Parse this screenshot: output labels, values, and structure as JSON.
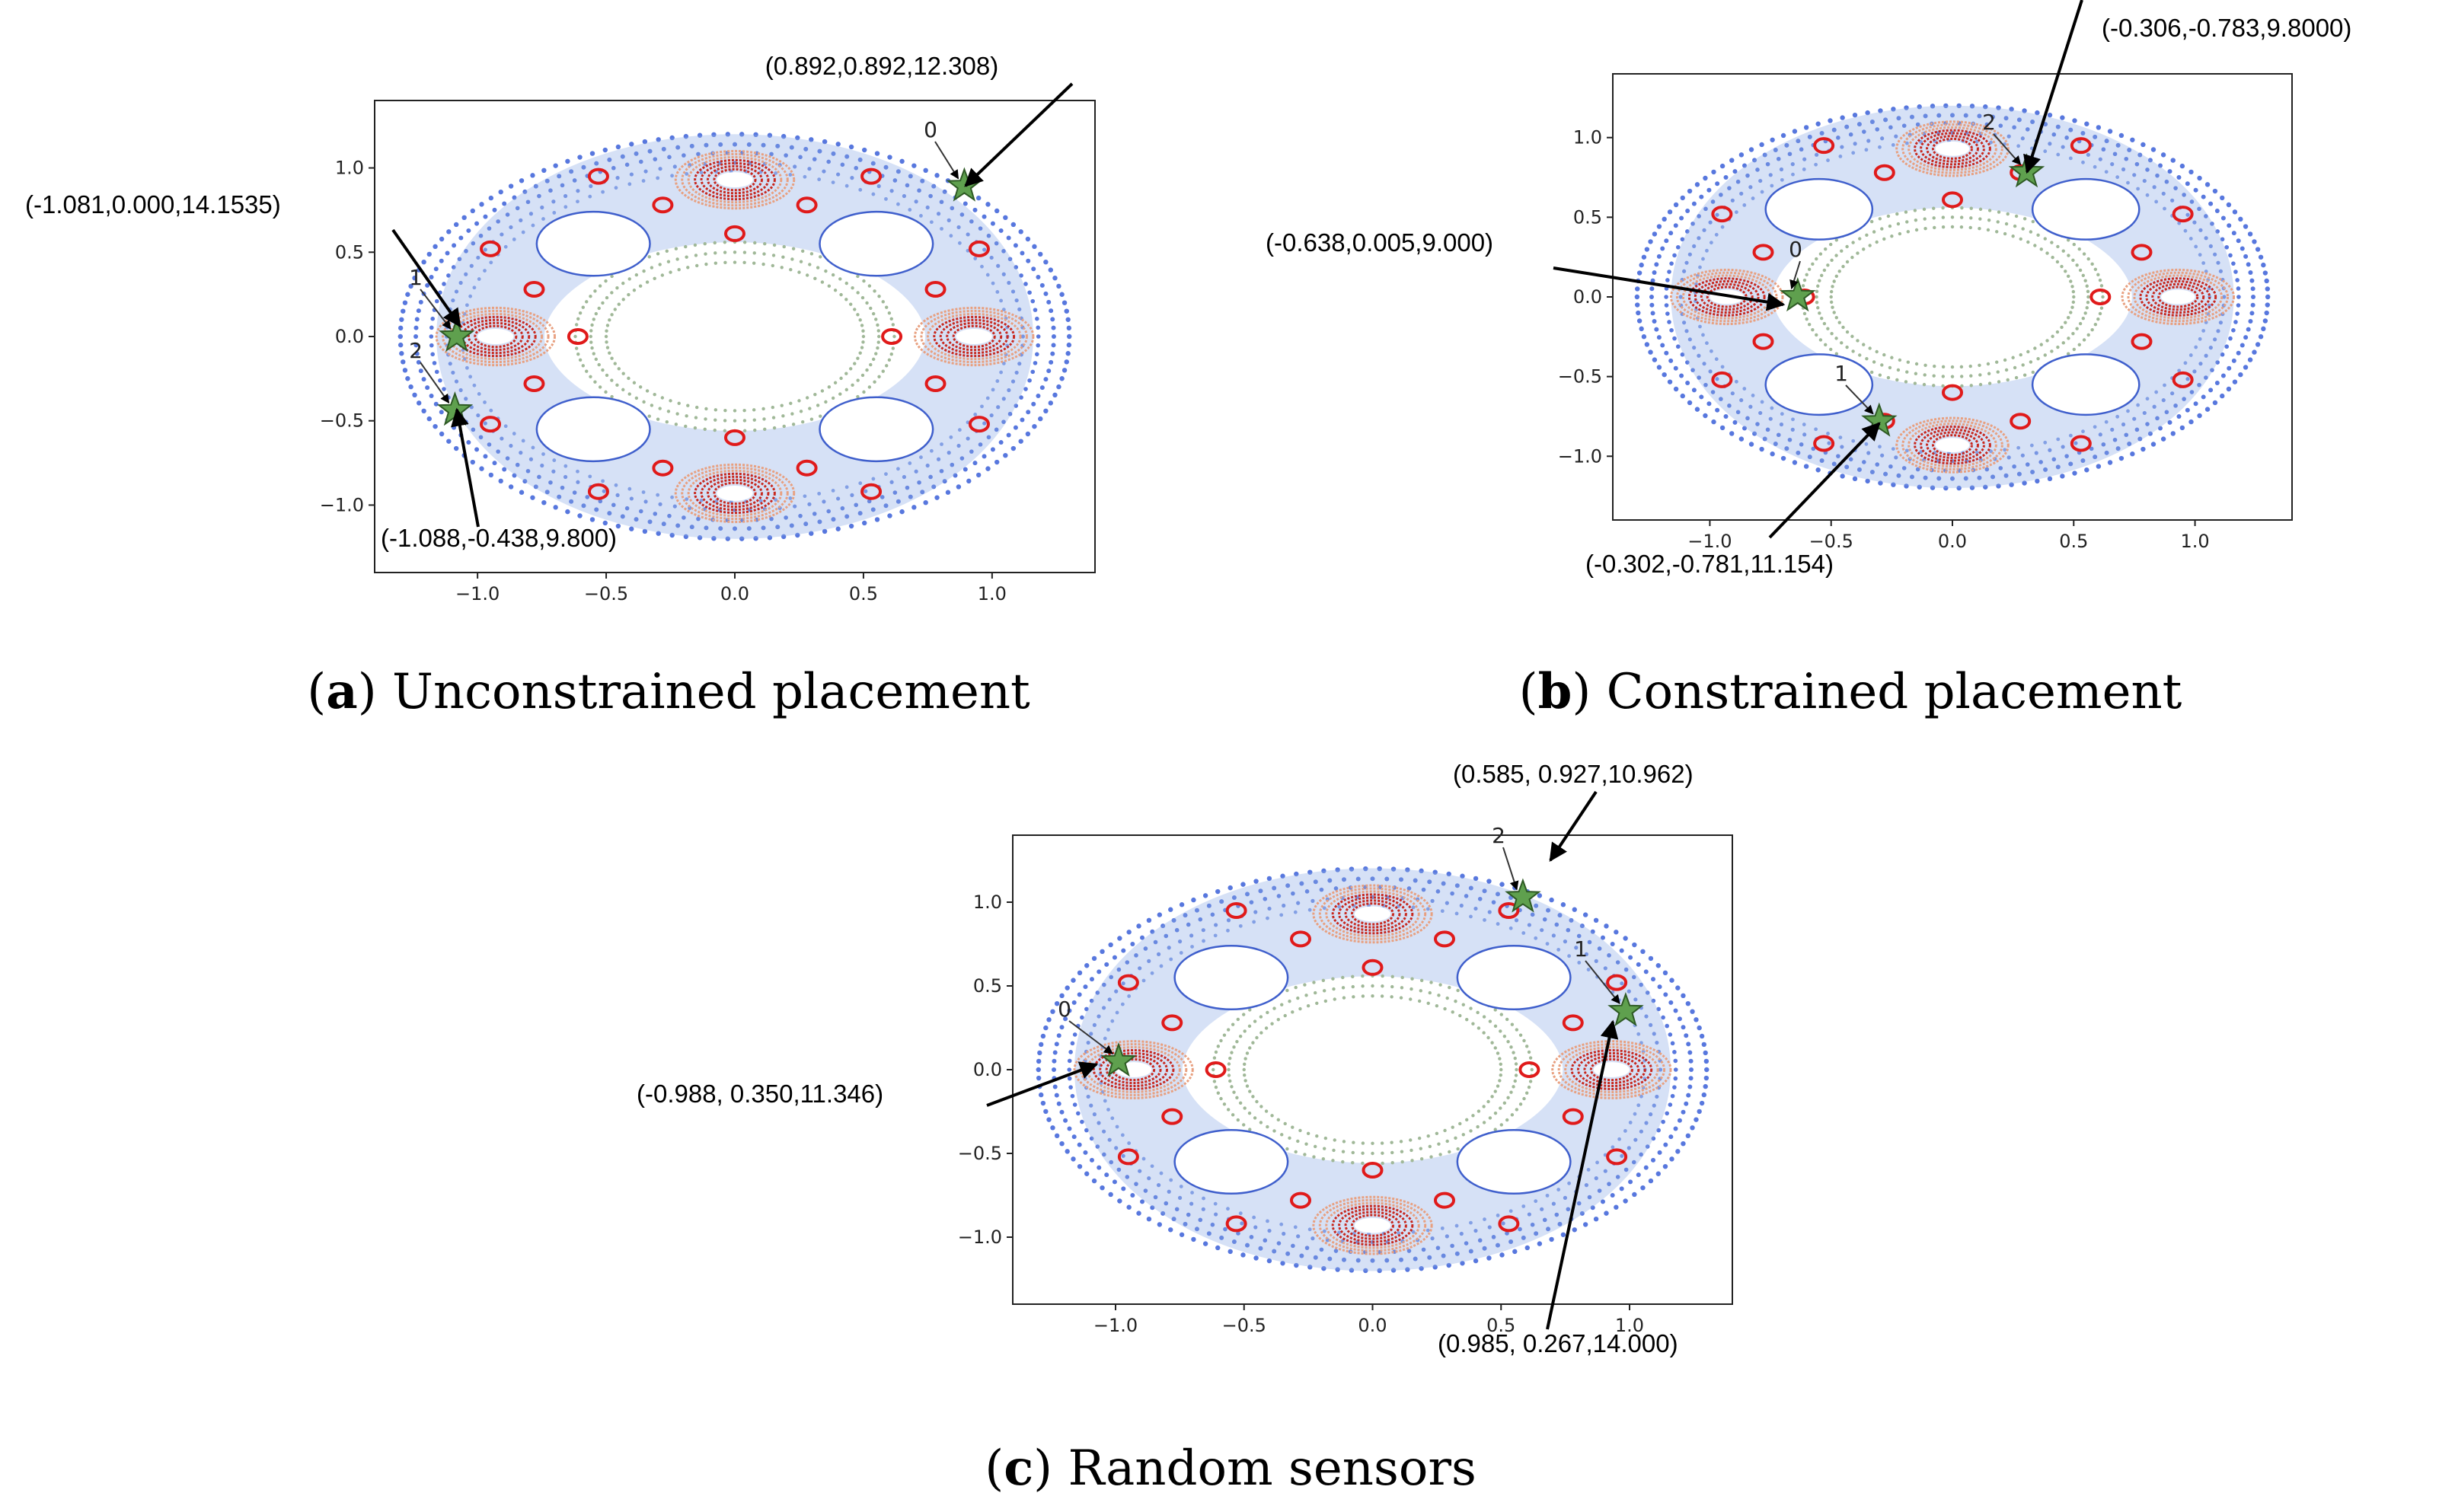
{
  "figure": {
    "panels": [
      {
        "id": "a",
        "caption_letter": "a",
        "caption_text": "Unconstrained placement",
        "chart_data": {
          "type": "scatter",
          "xlim": [
            -1.4,
            1.4
          ],
          "ylim": [
            -1.4,
            1.4
          ],
          "x_ticks": [
            -1.0,
            -0.5,
            0.0,
            0.5,
            1.0
          ],
          "x_tick_labels": [
            "−1.0",
            "−0.5",
            "0.0",
            "0.5",
            "1.0"
          ],
          "y_ticks": [
            1.0,
            0.5,
            0.0,
            -0.5,
            -1.0
          ],
          "y_tick_labels": [
            "1.0",
            "0.5",
            "0.0",
            "−0.5",
            "−1.0"
          ],
          "grid": false,
          "sensors": [
            {
              "index": "0",
              "x": 0.892,
              "y": 0.892,
              "label": "(0.892,0.892,12.308)"
            },
            {
              "index": "1",
              "x": -1.081,
              "y": 0.0,
              "label": "(-1.081,0.000,14.1535)"
            },
            {
              "index": "2",
              "x": -1.088,
              "y": -0.438,
              "label": "(-1.088,-0.438,9.800)"
            }
          ]
        }
      },
      {
        "id": "b",
        "caption_letter": "b",
        "caption_text": "Constrained placement",
        "chart_data": {
          "type": "scatter",
          "xlim": [
            -1.4,
            1.4
          ],
          "ylim": [
            -1.4,
            1.4
          ],
          "x_ticks": [
            -1.0,
            -0.5,
            0.0,
            0.5,
            1.0
          ],
          "x_tick_labels": [
            "−1.0",
            "−0.5",
            "0.0",
            "0.5",
            "1.0"
          ],
          "y_ticks": [
            1.0,
            0.5,
            0.0,
            -0.5,
            -1.0
          ],
          "y_tick_labels": [
            "1.0",
            "0.5",
            "0.0",
            "−0.5",
            "−1.0"
          ],
          "grid": false,
          "sensors": [
            {
              "index": "0",
              "x": -0.638,
              "y": 0.005,
              "label": "(-0.638,0.005,9.000)"
            },
            {
              "index": "1",
              "x": -0.302,
              "y": -0.781,
              "label": "(-0.302,-0.781,11.154)"
            },
            {
              "index": "2",
              "x": 0.306,
              "y": 0.783,
              "label": "(-0.306,-0.783,9.8000)"
            }
          ]
        }
      },
      {
        "id": "c",
        "caption_letter": "c",
        "caption_text": "Random sensors",
        "chart_data": {
          "type": "scatter",
          "xlim": [
            -1.4,
            1.4
          ],
          "ylim": [
            -1.4,
            1.4
          ],
          "x_ticks": [
            -1.0,
            -0.5,
            0.0,
            0.5,
            1.0
          ],
          "x_tick_labels": [
            "−1.0",
            "−0.5",
            "0.0",
            "0.5",
            "1.0"
          ],
          "y_ticks": [
            1.0,
            0.5,
            0.0,
            -0.5,
            -1.0
          ],
          "y_tick_labels": [
            "1.0",
            "0.5",
            "0.0",
            "−0.5",
            "−1.0"
          ],
          "grid": false,
          "sensors": [
            {
              "index": "0",
              "x": -0.988,
              "y": 0.05,
              "label": "(-0.988, 0.350,11.346)"
            },
            {
              "index": "1",
              "x": 0.985,
              "y": 0.35,
              "label": "(0.985, 0.267,14.000)"
            },
            {
              "index": "2",
              "x": 0.585,
              "y": 1.03,
              "label": "(0.585, 0.927,10.962)"
            }
          ]
        }
      }
    ],
    "colors": {
      "hot_ring": "#c8281e",
      "hot_ring_light": "#e8a080",
      "small_ring": "#e01a1a",
      "outer_dots": "#3a5fd8",
      "mid_dots": "#8aa8e6",
      "inner_dots": "#a0b898",
      "sensor_star": "#5fa04e",
      "sensor_star_edge": "#2e5a24",
      "frame": "#222222"
    }
  }
}
